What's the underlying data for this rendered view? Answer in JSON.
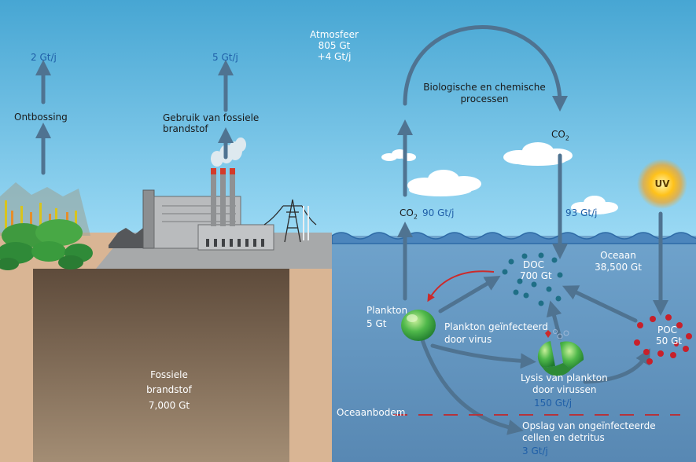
{
  "atmosphere": {
    "title": "Atmosfeer",
    "amount": "805 Gt",
    "change": "+4 Gt/j"
  },
  "deforestation": {
    "label": "Ontbossing",
    "flux": "2 Gt/j"
  },
  "fossil_use": {
    "label_line1": "Gebruik van fossiele",
    "label_line2": "brandstof",
    "flux": "5 Gt/j"
  },
  "fossil_store": {
    "line1": "Fossiele",
    "line2": "brandstof",
    "amount": "7,000 Gt"
  },
  "bio_chem": {
    "line1": "Biologische en chemische",
    "line2": "processen"
  },
  "co2_down": {
    "label": "CO",
    "sub": "2",
    "flux": "93 Gt/j"
  },
  "co2_up": {
    "label": "CO",
    "sub": "2",
    "flux": "90 Gt/j"
  },
  "ocean": {
    "title": "Oceaan",
    "amount": "38,500 Gt"
  },
  "doc": {
    "label": "DOC",
    "amount": "700 Gt"
  },
  "poc": {
    "label": "POC",
    "amount": "50 Gt"
  },
  "uv": {
    "label": "UV"
  },
  "plankton": {
    "label": "Plankton",
    "amount": "5 Gt"
  },
  "infected": {
    "line1": "Plankton geïnfecteerd",
    "line2": "door virus"
  },
  "lysis": {
    "line1": "Lysis van plankton",
    "line2": "door virussen",
    "flux": "150 Gt/j"
  },
  "seafloor": {
    "label": "Oceaanbodem"
  },
  "storage": {
    "line1": "Opslag van ongeïnfecteerde",
    "line2": "cellen en detritus",
    "flux": "3 Gt/j"
  },
  "colors": {
    "sky": "#7fcdee",
    "ocean": "#5f93bf",
    "land": "#d9b594",
    "arrow": "#4f7391",
    "accent_red": "#cc2a2a"
  }
}
